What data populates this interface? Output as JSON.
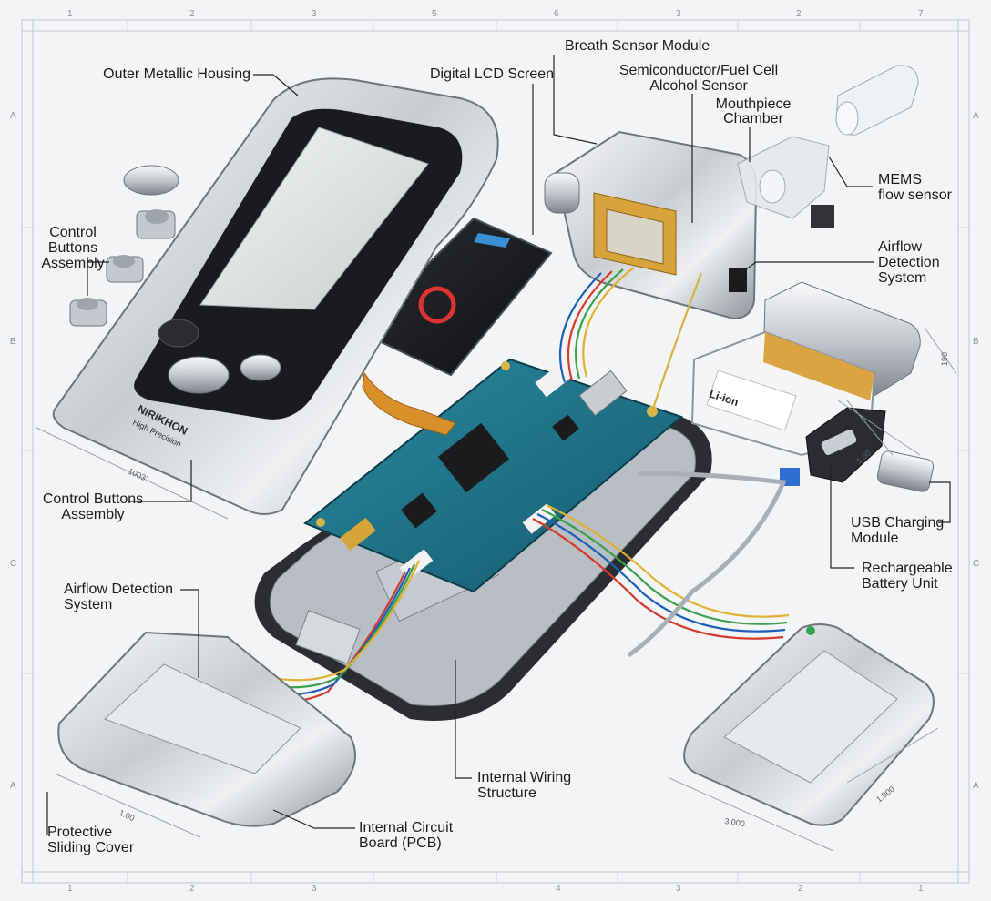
{
  "labels": {
    "outer_housing": "Outer Metallic Housing",
    "lcd_screen": "Digital LCD Screen",
    "breath_sensor": "Breath Sensor Module",
    "alcohol_sensor_l1": "Semiconductor/Fuel Cell",
    "alcohol_sensor_l2": "Alcohol Sensor",
    "mouthpiece_l1": "Mouthpiece",
    "mouthpiece_l2": "Chamber",
    "mems_l1": "MEMS",
    "mems_l2": "flow sensor",
    "control_buttons_top_l1": "Control",
    "control_buttons_top_l2": "Buttons",
    "control_buttons_top_l3": "Assembly",
    "airflow_right_l1": "Airflow",
    "airflow_right_l2": "Detection",
    "airflow_right_l3": "System",
    "control_buttons_left_l1": "Control Buttons",
    "control_buttons_left_l2": "Assembly",
    "usb_l1": "USB Charging",
    "usb_l2": "Module",
    "battery_l1": "Rechargeable",
    "battery_l2": "Battery Unit",
    "airflow_left_l1": "Airflow Detection",
    "airflow_left_l2": "System",
    "wiring_l1": "Internal Wiring",
    "wiring_l2": "Structure",
    "pcb_l1": "Internal Circuit",
    "pcb_l2": "Board (PCB)",
    "cover_l1": "Protective",
    "cover_l2": "Sliding Cover"
  },
  "device_text": {
    "brand": "NIRIKHON",
    "tagline": "High Precision",
    "battery_brand": "Li-ion"
  },
  "dimension_marks": {
    "housing_width": "1003'",
    "battery_height": "190",
    "usb_dim": "1.00",
    "cover_right_a": "3.000",
    "cover_right_b": "1.900",
    "cover_left": "1.00"
  },
  "border_marks": {
    "top": [
      "1",
      "2",
      "3",
      "5",
      "6",
      "3",
      "2",
      "7"
    ],
    "bottom": [
      "1",
      "2",
      "3",
      "4",
      "3",
      "2",
      "1"
    ],
    "left": [
      "A",
      "B",
      "C",
      "A"
    ],
    "right": [
      "A",
      "B",
      "C",
      "A"
    ]
  },
  "colors": {
    "background": "#f3f4f6",
    "metal_light": "#eef0f2",
    "metal_dark": "#8d939b",
    "pcb": "#1d6f86",
    "leader_line": "#222222"
  }
}
